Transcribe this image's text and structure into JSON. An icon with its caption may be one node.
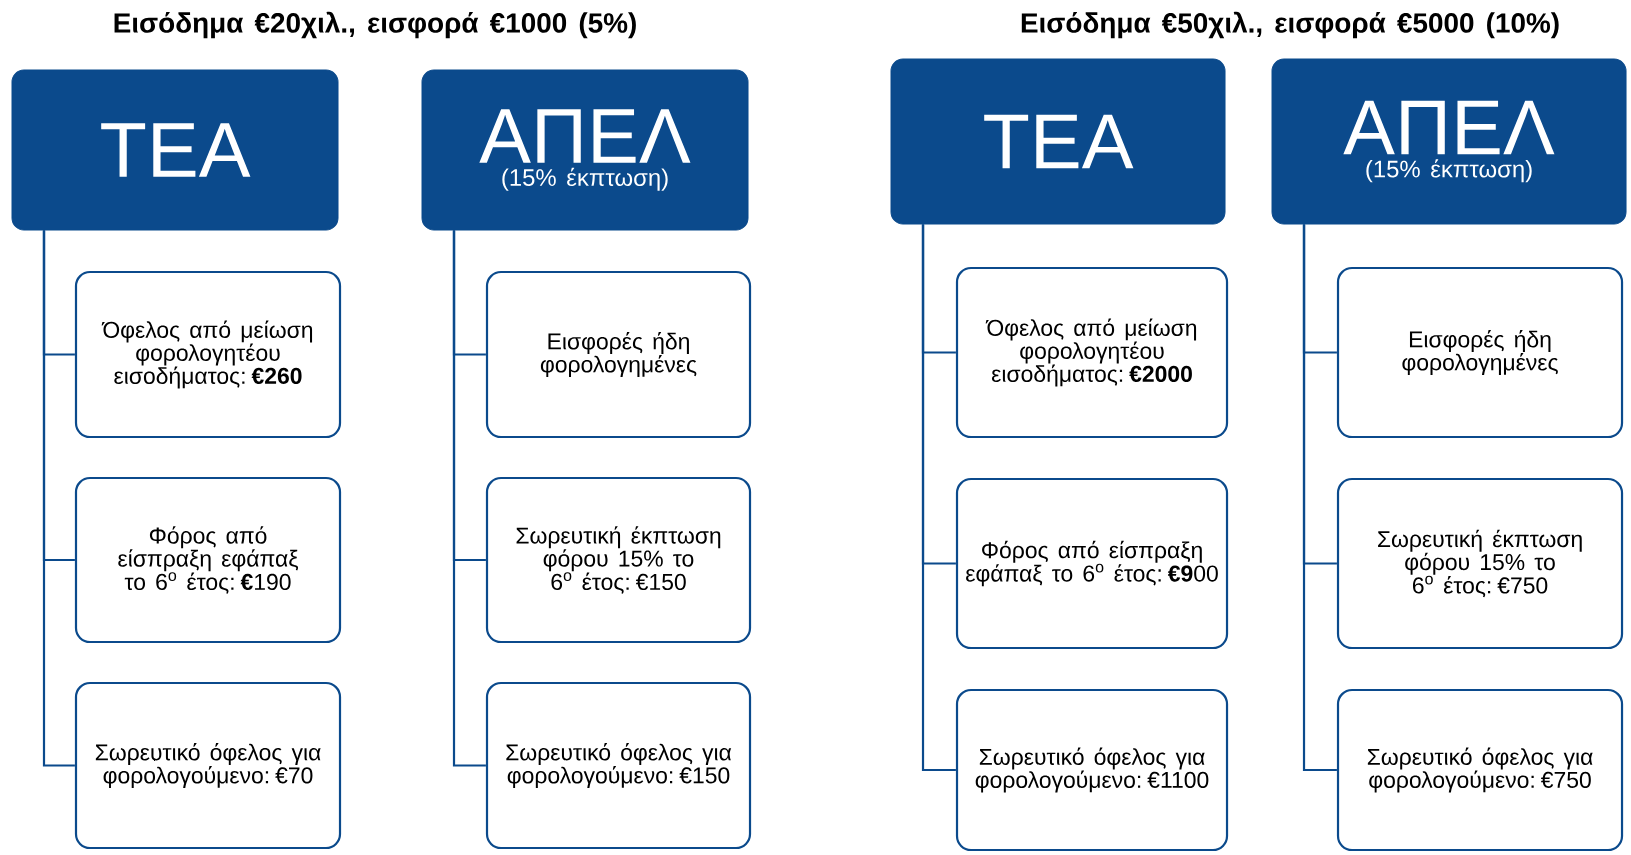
{
  "diagram": {
    "nodes": [
      {
        "text": [
          "ΤΕΑ"
        ]
      },
      {
        "text": [
          "Όφελος από μείωση φορολογητέου εισοδήματος: **€260**"
        ]
      },
      {
        "text": [
          "Φόρος από είσπραξη εφάπαξ το 6$^{ο}$ έτος: **€**190"
        ]
      },
      {
        "text": [
          "Σωρευτικό όφελος για φορολογούμενο: €70"
        ]
      },
      {
        "text": [
          "ΑΠΕΛ",
          "(15% έκπτωση)"
        ]
      },
      {
        "text": [
          "Εισφορές ήδη φορολογημένες"
        ]
      },
      {
        "text": [
          "Σωρευτική έκπτωση φόρου 15% το 6$^{ο}$ έτος: €150"
        ]
      },
      {
        "text": [
          "Σωρευτικό όφελος για φορολογούμενο: €150"
        ]
      },
      {
        "text": [
          "ΤΕΑ"
        ]
      },
      {
        "text": [
          "Όφελος από μείωση φορολογητέου εισοδήματος: **€2000**"
        ]
      },
      {
        "text": [
          "Φόρος από είσπραξη εφάπαξ το 6$^{ο}$ έτος: **€9**00"
        ]
      },
      {
        "text": [
          "Σωρευτικό όφελος για φορολογούμενο: €1100"
        ]
      },
      {
        "text": [
          "ΑΠΕΛ",
          "(15% έκπτωση)"
        ]
      },
      {
        "text": [
          "Εισφορές ήδη φορολογημένες"
        ]
      },
      {
        "text": [
          "Σωρευτική έκπτωση φόρου 15% το 6$^{ο}$ έτος: €750"
        ]
      },
      {
        "text": [
          "Σωρευτικό όφελος για φορολογούμενο: €750"
        ]
      }
    ],
    "edges": [
      {
        "from": 0,
        "to": 1,
        "arrow": "none"
      },
      {
        "from": 0,
        "to": 2,
        "arrow": "none"
      },
      {
        "from": 0,
        "to": 3,
        "arrow": "none"
      },
      {
        "from": 4,
        "to": 5,
        "arrow": "none"
      },
      {
        "from": 4,
        "to": 6,
        "arrow": "none"
      },
      {
        "from": 4,
        "to": 7,
        "arrow": "none"
      },
      {
        "from": 8,
        "to": 9,
        "arrow": "none"
      },
      {
        "from": 8,
        "to": 10,
        "arrow": "none"
      },
      {
        "from": 8,
        "to": 11,
        "arrow": "none"
      },
      {
        "from": 12,
        "to": 13,
        "arrow": "none"
      },
      {
        "from": 12,
        "to": 14,
        "arrow": "none"
      },
      {
        "from": 12,
        "to": 15,
        "arrow": "none"
      }
    ],
    "labels": [
      "Εισόδημα €20χιλ., εισφορά €1000 (5%)",
      "Εισόδημα €50χιλ., εισφορά €5000 (10%)"
    ]
  }
}
